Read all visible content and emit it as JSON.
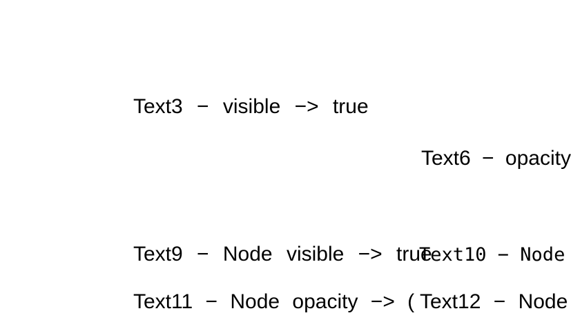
{
  "canvas": {
    "background_color": "#ffffff",
    "text_color": "#000000"
  },
  "texts": {
    "text3": "Text3 − visible −> true",
    "text6": "Text6 − opacity",
    "text9": "Text9 − Node visible −> true",
    "text10": "Text10 − Node",
    "text11": "Text11 − Node opacity −> (",
    "text12": "Text12 − Node"
  }
}
